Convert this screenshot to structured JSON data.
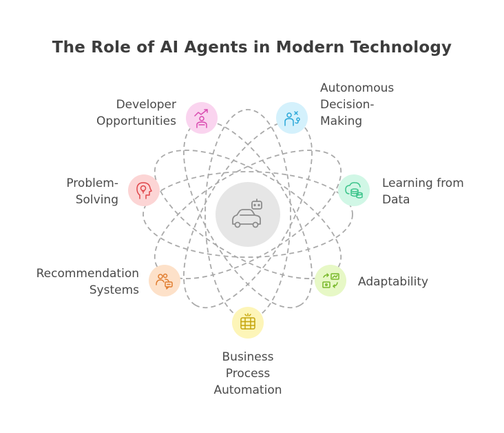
{
  "title": "The Role of AI Agents in Modern Technology",
  "center": {
    "icon": "robot-car-icon",
    "fill": "#e6e6e6"
  },
  "nodes": [
    {
      "id": "autonomous",
      "lines": [
        "Autonomous",
        "Decision-",
        "Making"
      ],
      "icon": "decision-person-icon",
      "fill": "#d4f1fc",
      "stroke": "#2aa7d8"
    },
    {
      "id": "learning",
      "lines": [
        "Learning from",
        "Data"
      ],
      "icon": "data-coins-icon",
      "fill": "#d1f7e6",
      "stroke": "#3cc48b"
    },
    {
      "id": "adaptability",
      "lines": [
        "Adaptability"
      ],
      "icon": "adapt-screens-icon",
      "fill": "#e7f8c6",
      "stroke": "#78b82a"
    },
    {
      "id": "business",
      "lines": [
        "Business",
        "Process",
        "Automation"
      ],
      "icon": "server-stack-icon",
      "fill": "#fdf5b8",
      "stroke": "#c4a40a"
    },
    {
      "id": "recommendation",
      "lines": [
        "Recommendation",
        "Systems"
      ],
      "icon": "users-chat-icon",
      "fill": "#fde1c9",
      "stroke": "#e07c2e"
    },
    {
      "id": "problem",
      "lines": [
        "Problem-",
        "Solving"
      ],
      "icon": "head-bulb-icon",
      "fill": "#fcd5d5",
      "stroke": "#e0464a"
    },
    {
      "id": "developer",
      "lines": [
        "Developer",
        "Opportunities"
      ],
      "icon": "growth-person-icon",
      "fill": "#fad4ef",
      "stroke": "#d94bb0"
    }
  ],
  "colors": {
    "ellipse_stroke": "#a9a9a9",
    "text": "#4a4a4a"
  }
}
